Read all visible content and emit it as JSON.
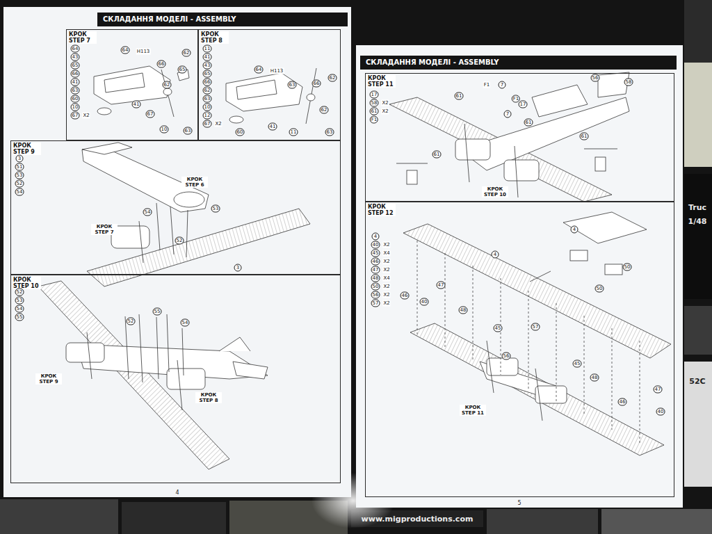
{
  "diagram": {
    "nodes": [
      {
        "text": [
          "4"
        ]
      },
      {
        "text": [
          "СКЛАДАННЯ МОДЕЛІ - ASSEMBLY"
        ],
        "in": 0
      },
      {
        "text": [
          "КРОК STEP 7"
        ],
        "in": 0
      },
      {
        "text": [
          "КРОК STEP 8"
        ],
        "in": 0
      },
      {
        "text": [
          "КРОК STEP 9"
        ],
        "in": 0
      },
      {
        "text": [
          "КРОК STEP 10"
        ],
        "in": 0
      },
      {
        "text": [
          "5"
        ]
      },
      {
        "text": [
          "СКЛАДАННЯ МОДЕЛІ - ASSEMBLY"
        ],
        "in": 6
      },
      {
        "text": [
          "КРОК STEP 11"
        ],
        "in": 6
      },
      {
        "text": [
          "КРОК STEP 12"
        ],
        "in": 6
      }
    ],
    "labels": [
      "64",
      "43",
      "65",
      "66",
      "41",
      "63",
      "60",
      "10",
      "67",
      "X2",
      "64",
      "H113",
      "62",
      "66",
      "65",
      "62",
      "41",
      "67",
      "10",
      "63",
      "11",
      "41",
      "43",
      "65",
      "66",
      "62",
      "63",
      "10",
      "12",
      "67",
      "X2",
      "64",
      "H113",
      "63",
      "66",
      "62",
      "62",
      "60",
      "41",
      "11",
      "63",
      "3",
      "51",
      "53",
      "52",
      "54",
      "КРОК STEP 6",
      "54",
      "53",
      "КРОК STEP 7",
      "52",
      "3",
      "52",
      "53",
      "54",
      "55",
      "55",
      "52",
      "54",
      "КРОК STEP 9",
      "КРОК STEP 8",
      "17",
      "58",
      "X2",
      "61",
      "X2",
      "F1",
      "F1",
      "7",
      "F1",
      "56",
      "58",
      "61",
      "17",
      "7",
      "61",
      "61",
      "61",
      "КРОК STEP 10",
      "4",
      "40",
      "X2",
      "45",
      "X4",
      "46",
      "X2",
      "47",
      "X2",
      "48",
      "X4",
      "50",
      "X2",
      "56",
      "X2",
      "57",
      "X2",
      "4",
      "4",
      "50",
      "50",
      "46",
      "40",
      "47",
      "48",
      "45",
      "57",
      "56",
      "45",
      "48",
      "46",
      "47",
      "40",
      "КРОК STEP 11",
      "www.migproductions.com",
      "Truc",
      "52C",
      "1/48"
    ]
  }
}
